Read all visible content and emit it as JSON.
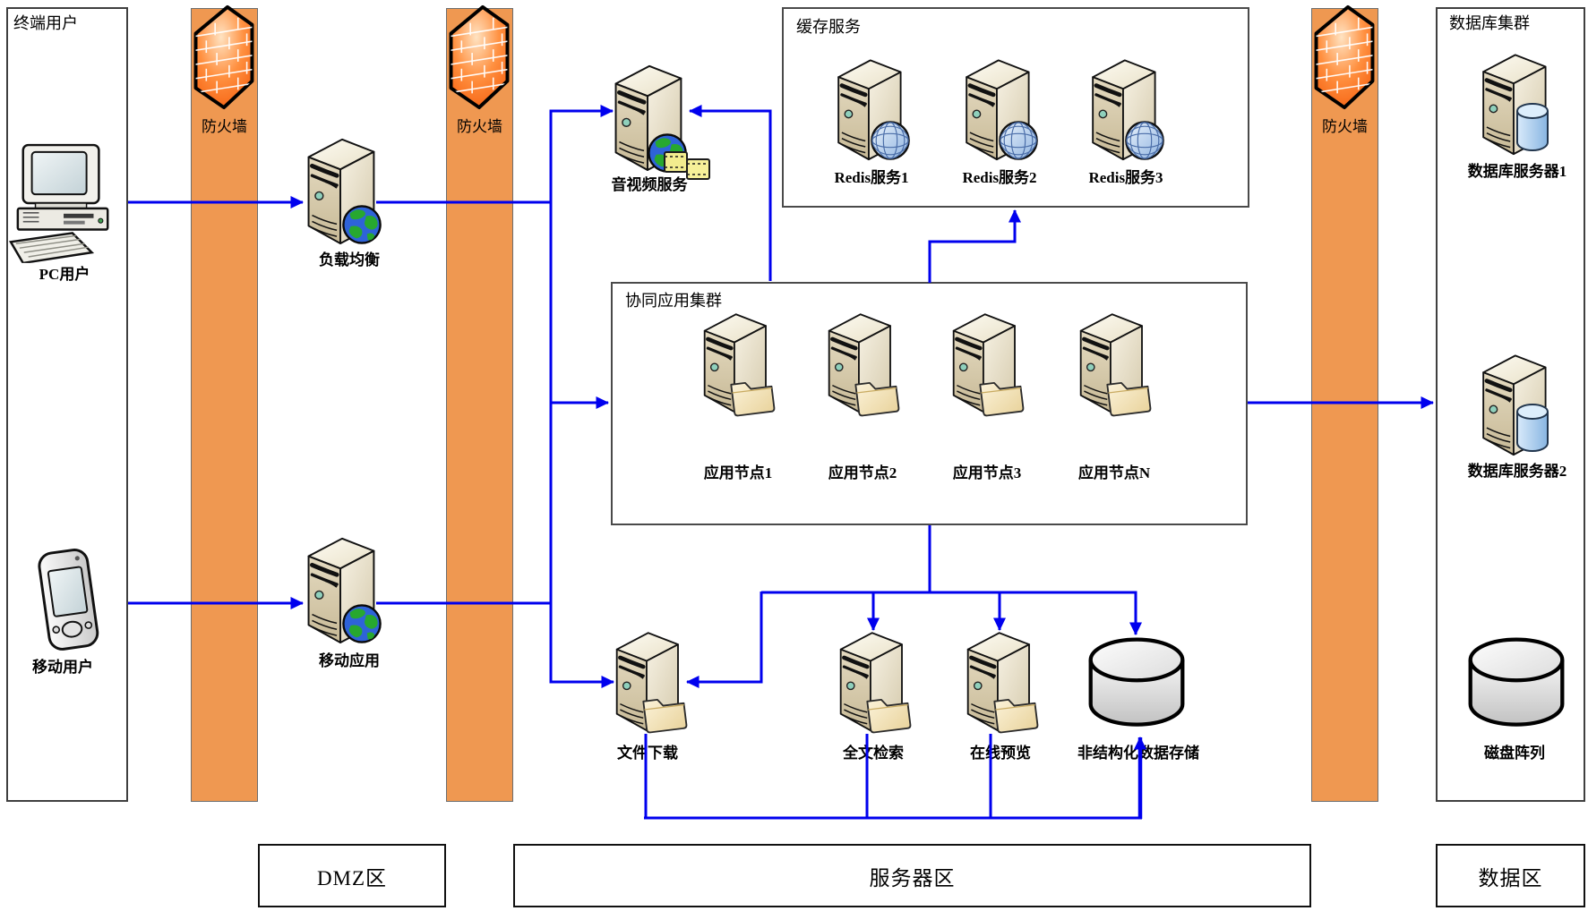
{
  "groups": {
    "end_users": {
      "label": "终端用户"
    },
    "cache": {
      "label": "缓存服务"
    },
    "app_cluster": {
      "label": "协同应用集群"
    },
    "db_cluster": {
      "label": "数据库集群"
    }
  },
  "firewalls": [
    {
      "label": "防火墙"
    },
    {
      "label": "防火墙"
    },
    {
      "label": "防火墙"
    }
  ],
  "zones": [
    {
      "label": "DMZ区"
    },
    {
      "label": "服务器区"
    },
    {
      "label": "数据区"
    }
  ],
  "nodes": {
    "pc_user": {
      "label": "PC用户"
    },
    "mobile_user": {
      "label": "移动用户"
    },
    "load_balancer": {
      "label": "负载均衡"
    },
    "mobile_app": {
      "label": "移动应用"
    },
    "av_service": {
      "label": "音视频服务"
    },
    "redis1": {
      "label": "Redis服务1"
    },
    "redis2": {
      "label": "Redis服务2"
    },
    "redis3": {
      "label": "Redis服务3"
    },
    "app_node1": {
      "label": "应用节点1"
    },
    "app_node2": {
      "label": "应用节点2"
    },
    "app_node3": {
      "label": "应用节点3"
    },
    "app_nodeN": {
      "label": "应用节点N"
    },
    "file_download": {
      "label": "文件下载"
    },
    "fulltext_search": {
      "label": "全文检索"
    },
    "online_preview": {
      "label": "在线预览"
    },
    "unstructured_storage": {
      "label": "非结构化数据存储"
    },
    "db_server1": {
      "label": "数据库服务器1"
    },
    "db_server2": {
      "label": "数据库服务器2"
    },
    "disk_array": {
      "label": "磁盘阵列"
    }
  },
  "colors": {
    "wire": "#0000ee",
    "firewall_column": "#ef9851",
    "server_body": "#e3d9bf",
    "folder": "#f3e6bd"
  }
}
